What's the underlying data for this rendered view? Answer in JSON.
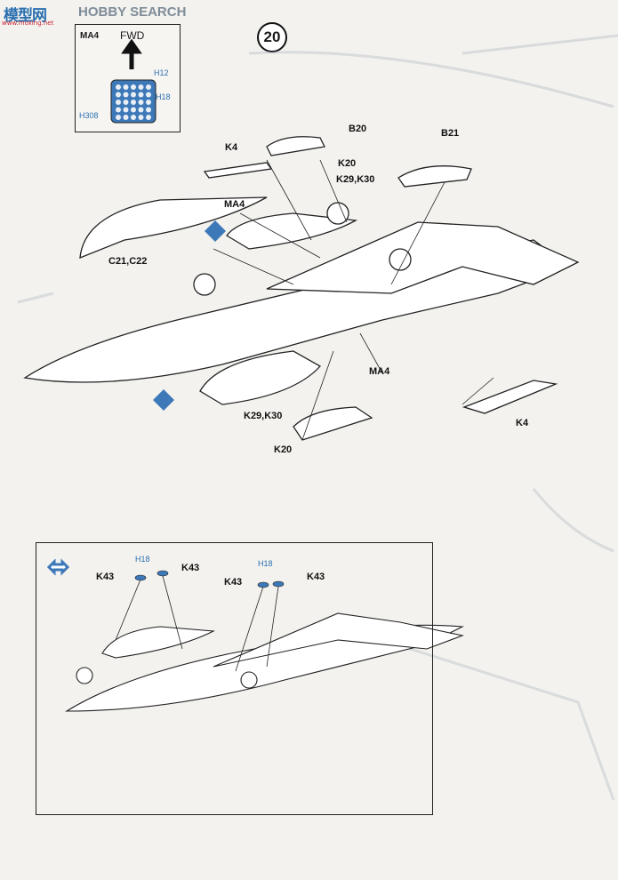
{
  "watermark": {
    "logo": "模型网",
    "brand": "HOBBY SEARCH",
    "url": "www.moxing.net"
  },
  "step": {
    "number": "20"
  },
  "inset": {
    "part": "MA4",
    "direction": "FWD",
    "refs": [
      "H12",
      "H18",
      "H308"
    ]
  },
  "labels": {
    "b20": "B20",
    "b21": "B21",
    "k4_top": "K4",
    "k20_top": "K20",
    "k29k30_top": "K29,K30",
    "ma4_top": "MA4",
    "c21c22": "C21,C22",
    "ma4_mid": "MA4",
    "k4_right": "K4",
    "k29k30_bottom": "K29,K30",
    "k20_bottom": "K20"
  },
  "sub": {
    "k43_1": "K43",
    "k43_2": "K43",
    "k43_3": "K43",
    "k43_4": "K43",
    "h18_a": "H18",
    "h18_b": "H18"
  },
  "colors": {
    "accent": "#2a6fb0",
    "line": "#222222"
  }
}
